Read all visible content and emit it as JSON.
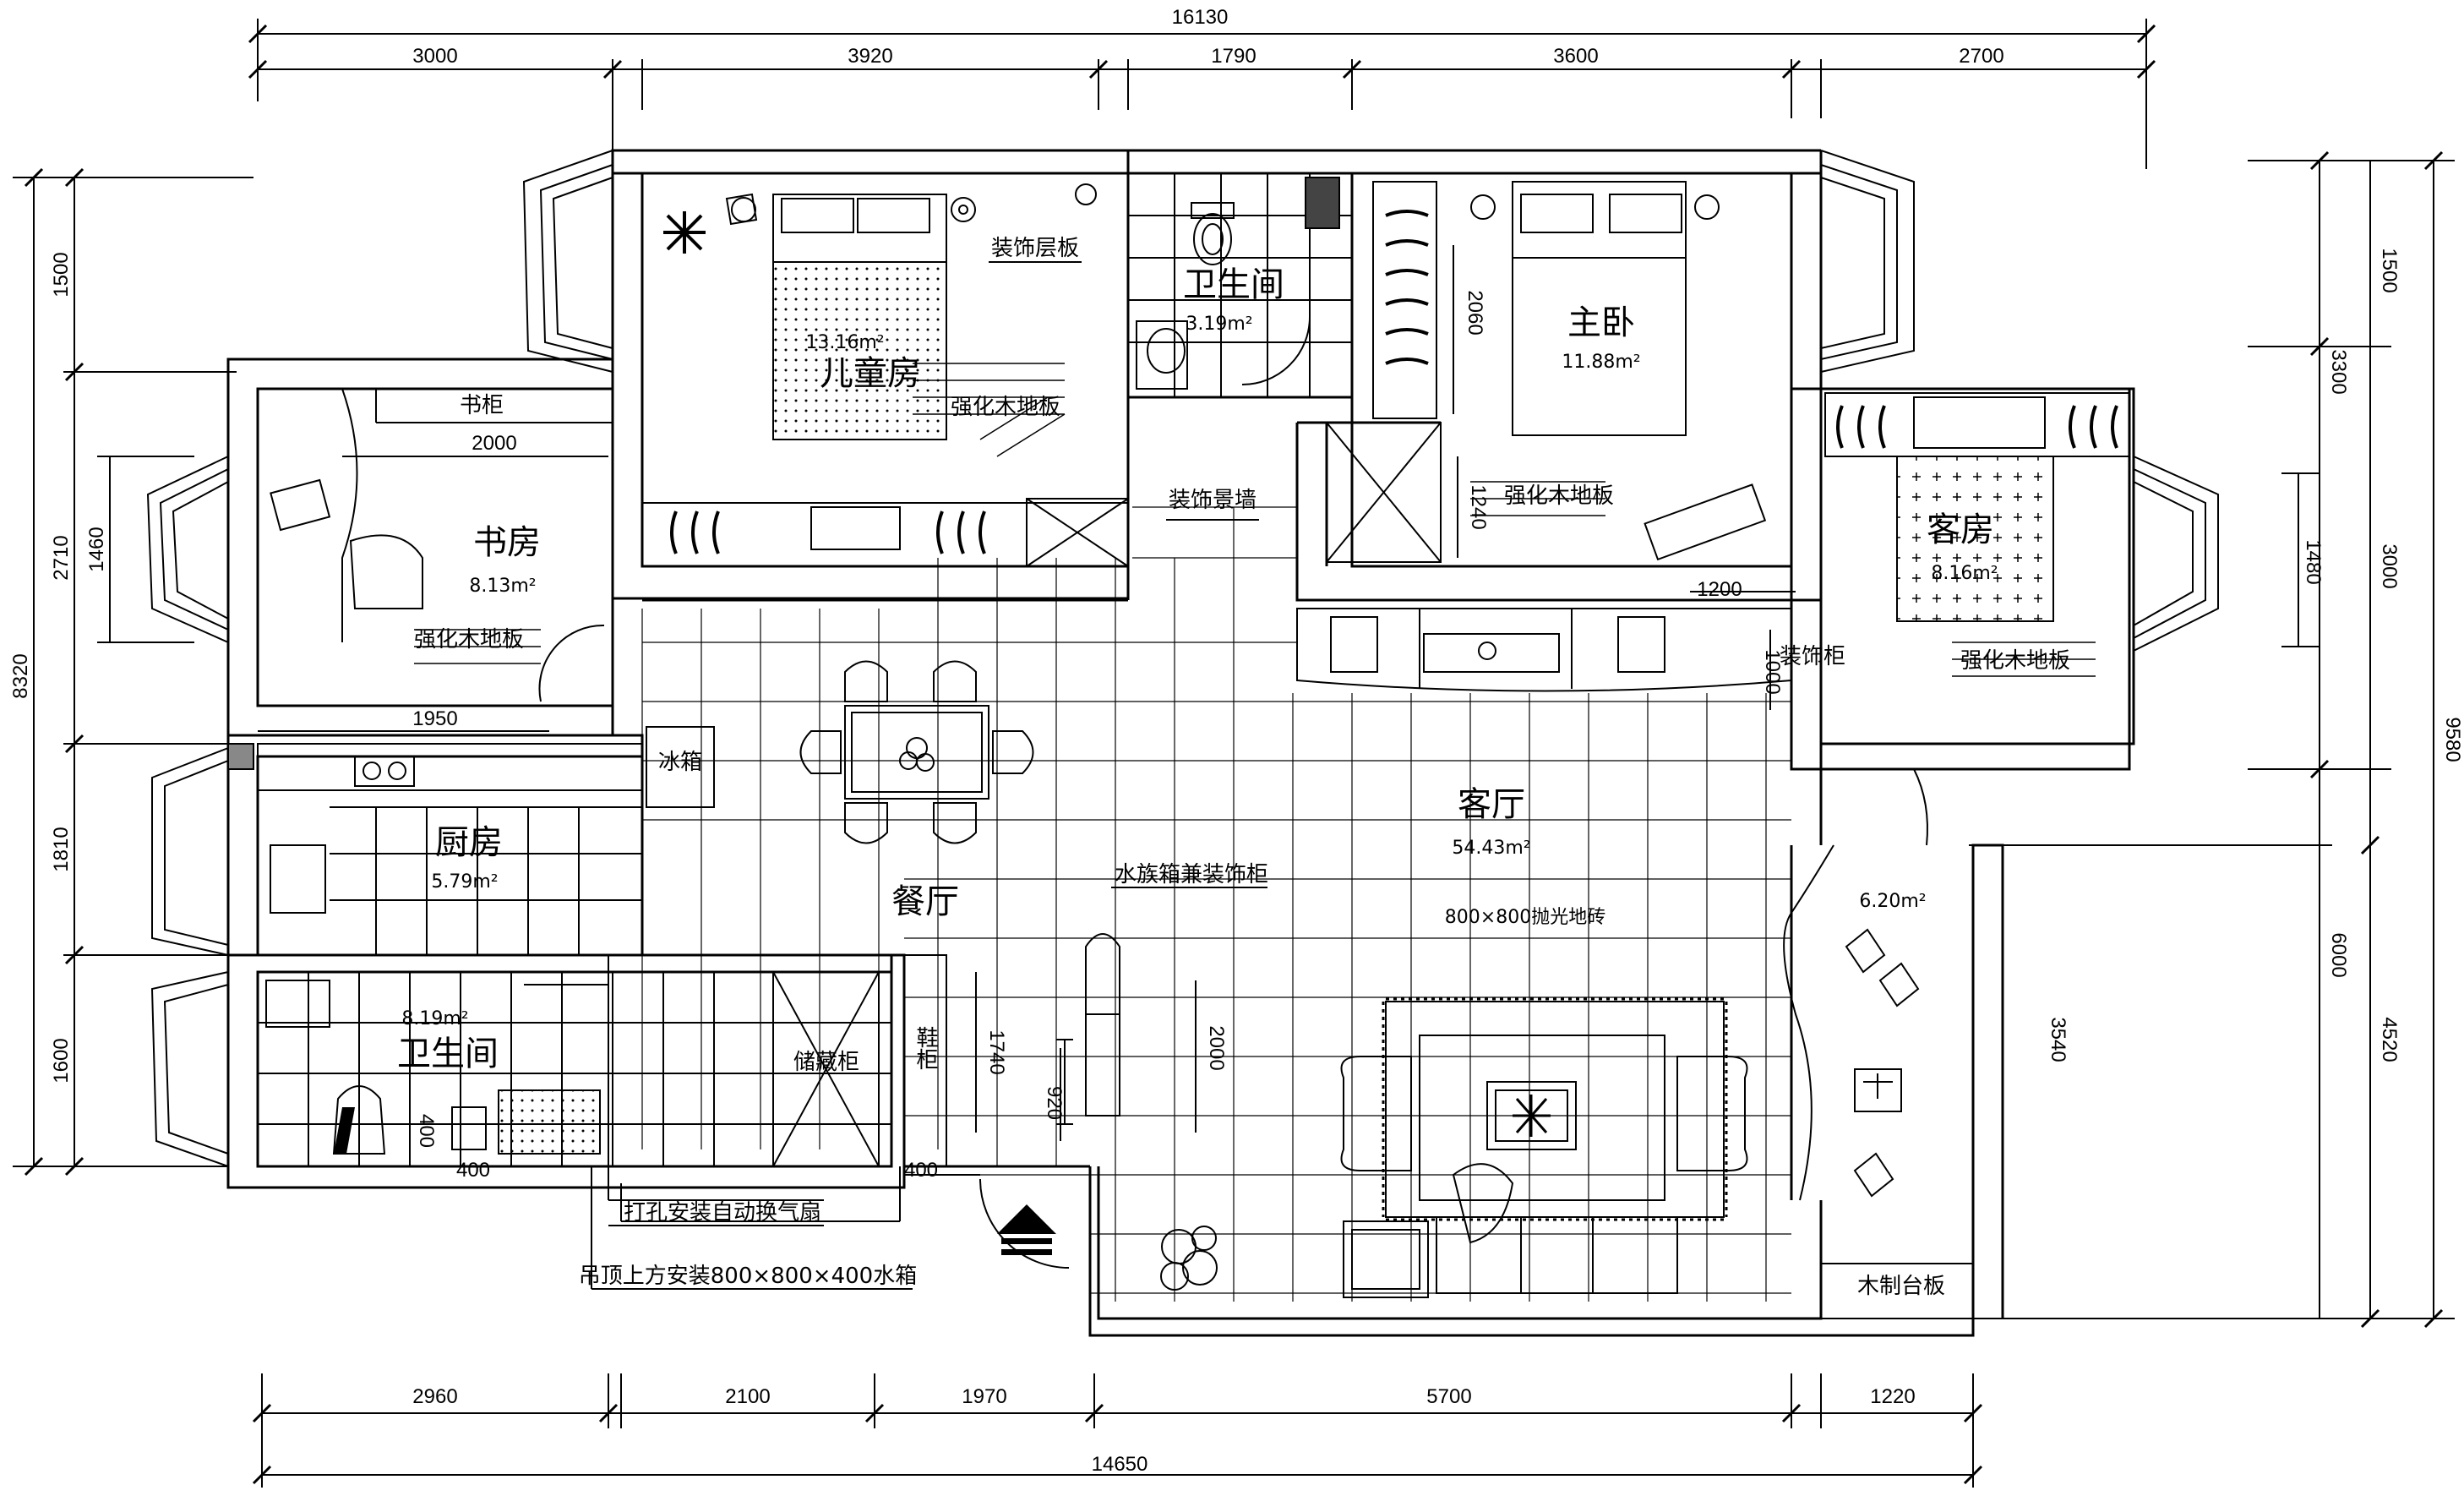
{
  "dims": {
    "top_total": "16130",
    "top": [
      "3000",
      "3920",
      "1790",
      "3600",
      "2700"
    ],
    "bottom_total": "14650",
    "bottom": [
      "2960",
      "2100",
      "1970",
      "5700",
      "1220"
    ],
    "left_total": "8320",
    "left": [
      "1500",
      "2710",
      "1460",
      "1810",
      "1600"
    ],
    "right_total": "9580",
    "right": [
      "1500",
      "3300",
      "3000",
      "1480",
      "6000",
      "4520",
      "3540"
    ],
    "inner": {
      "d2000a": "2000",
      "d1950": "1950",
      "d2060": "2060",
      "d1240": "1240",
      "d1200": "1200",
      "d1000": "1000",
      "d2000b": "2000",
      "d1740": "1740",
      "d920": "920",
      "d400a": "400",
      "d400b": "400",
      "d400c": "400"
    }
  },
  "rooms": {
    "kids": {
      "name": "儿童房",
      "area": "13.16m²"
    },
    "bath_top": {
      "name": "卫生间",
      "area": "3.19m²"
    },
    "master": {
      "name": "主卧",
      "area": "11.88m²"
    },
    "study": {
      "name": "书房",
      "area": "8.13m²"
    },
    "guest": {
      "name": "客房",
      "area": "8.16m²"
    },
    "kitchen": {
      "name": "厨房",
      "area": "5.79m²"
    },
    "bath_bottom": {
      "name": "卫生间",
      "area": "8.19m²"
    },
    "dining": {
      "name": "餐厅",
      "area": ""
    },
    "living": {
      "name": "客厅",
      "area": "54.43m²"
    },
    "balcony": {
      "name": "",
      "area": "6.20m²"
    }
  },
  "labels": {
    "deco_shelf": "装饰层板",
    "floor_kids": "强化木地板",
    "floor_master": "强化木地板",
    "floor_study": "强化木地板",
    "floor_guest": "强化木地板",
    "bookcase": "书柜",
    "deco_wall": "装饰景墙",
    "fridge": "冰箱",
    "deco_cabinet": "装饰柜",
    "aquarium": "水族箱兼装饰柜",
    "tiles": "800×800抛光地砖",
    "storage": "储藏柜",
    "shoe": "鞋柜",
    "fan_note": "打孔安装自动换气扇",
    "tank_note": "吊顶上方安装800×800×400水箱",
    "counter": "木制台板"
  }
}
